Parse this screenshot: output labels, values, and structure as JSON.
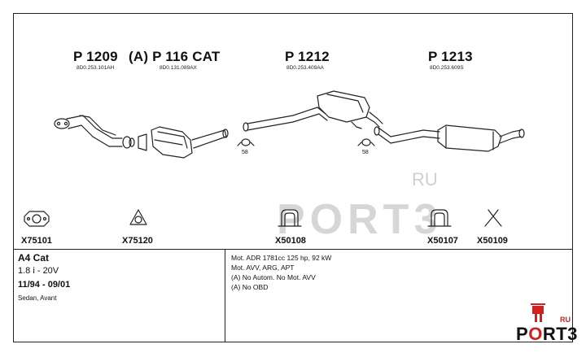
{
  "parts": [
    {
      "number": "P 1209",
      "oem": "8D0.253.101AH"
    },
    {
      "number": "P 116 CAT",
      "prefix": "(A)",
      "oem": "8D0.131.089AX"
    },
    {
      "number": "P 1212",
      "oem": "8D0.253.409AA"
    },
    {
      "number": "P 1213",
      "oem": "8D0.253.609S"
    }
  ],
  "hangers": [
    "58",
    "58"
  ],
  "accessories": [
    "X75101",
    "X75120",
    "X50108",
    "X50107",
    "X50109"
  ],
  "model": {
    "name": "A4 Cat",
    "engine": "1.8 i - 20V",
    "years": "11/94 - 09/01",
    "body": "Sedan, Avant"
  },
  "motor_notes": [
    "Mot. ADR 1781cc 125 hp, 92 kW",
    "Mot. AVV, ARG, APT",
    "(A) No Autom. No Mot. AVV",
    "(A) No OBD"
  ],
  "watermark": {
    "text": "PORT3",
    "ru": "RU"
  },
  "logo": {
    "left": "P",
    "mid": "O",
    "right": "RT3",
    "ru": "RU"
  },
  "colors": {
    "line": "#222222",
    "watermark": "#d6d6d6",
    "brand_red": "#d21f1f"
  }
}
